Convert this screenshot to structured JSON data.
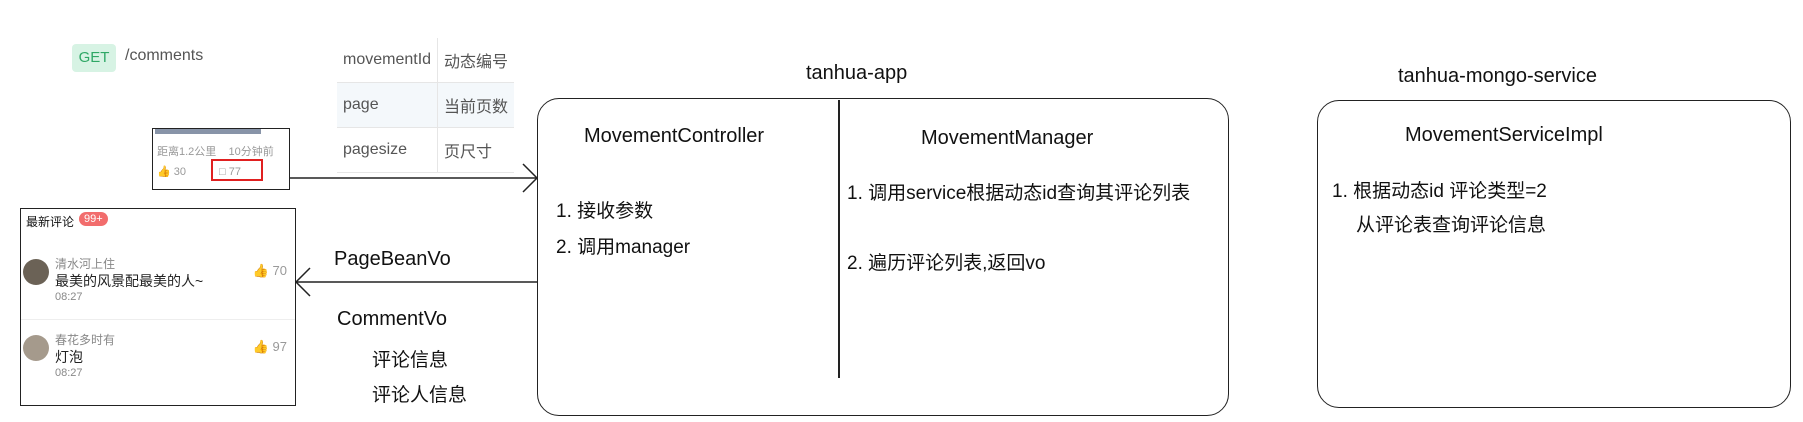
{
  "api": {
    "method": "GET",
    "path": "/comments"
  },
  "params": [
    {
      "name": "movementId",
      "desc": "动态编号"
    },
    {
      "name": "page",
      "desc": "当前页数"
    },
    {
      "name": "pagesize",
      "desc": "页尺寸"
    }
  ],
  "card": {
    "distance": "距离1.2公里",
    "time": "10分钟前",
    "likes": "30",
    "comments": "77"
  },
  "comments_panel": {
    "title": "最新评论",
    "badge": "99+",
    "items": [
      {
        "name": "清水河上住",
        "text": "最美的风景配最美的人~",
        "time": "08:27",
        "likes": "70"
      },
      {
        "name": "春花多时有",
        "text": "灯泡",
        "time": "08:27",
        "likes": "97"
      }
    ]
  },
  "return_labels": {
    "pagebean": "PageBeanVo",
    "commentvo": "CommentVo",
    "info1": "评论信息",
    "info2": "评论人信息"
  },
  "app": {
    "title": "tanhua-app",
    "controller": {
      "title": "MovementController",
      "step1": "1. 接收参数",
      "step2": "2. 调用manager"
    },
    "manager": {
      "title": "MovementManager",
      "step1": "1. 调用service根据动态id查询其评论列表",
      "step2": "2. 遍历评论列表,返回vo"
    }
  },
  "mongo": {
    "title": "tanhua-mongo-service",
    "impl": {
      "title": "MovementServiceImpl",
      "step1": "1. 根据动态id 评论类型=2",
      "step1b": "从评论表查询评论信息"
    }
  }
}
